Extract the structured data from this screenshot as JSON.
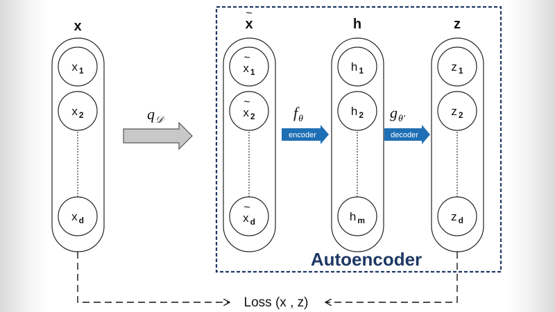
{
  "columns": [
    {
      "id": "x",
      "title": "x",
      "title_tilde": false,
      "nodes": [
        {
          "base": "x",
          "sub": "1",
          "tilde": false
        },
        {
          "base": "x",
          "sub": "2",
          "tilde": false
        },
        {
          "base": "x",
          "sub": "d",
          "tilde": false
        }
      ]
    },
    {
      "id": "x-tilde",
      "title": "x",
      "title_tilde": true,
      "nodes": [
        {
          "base": "x",
          "sub": "1",
          "tilde": true
        },
        {
          "base": "x",
          "sub": "2",
          "tilde": true
        },
        {
          "base": "x",
          "sub": "d",
          "tilde": true
        }
      ]
    },
    {
      "id": "h",
      "title": "h",
      "title_tilde": false,
      "nodes": [
        {
          "base": "h",
          "sub": "1",
          "tilde": false
        },
        {
          "base": "h",
          "sub": "2",
          "tilde": false
        },
        {
          "base": "h",
          "sub": "m",
          "tilde": false
        }
      ]
    },
    {
      "id": "z",
      "title": "z",
      "title_tilde": false,
      "nodes": [
        {
          "base": "z",
          "sub": "1",
          "tilde": false
        },
        {
          "base": "z",
          "sub": "2",
          "tilde": false
        },
        {
          "base": "z",
          "sub": "d",
          "tilde": false
        }
      ]
    }
  ],
  "corruption": {
    "symbol": "q",
    "subscript": "𝒟"
  },
  "encoder": {
    "symbol": "f",
    "subscript": "θ",
    "tag": "encoder"
  },
  "decoder": {
    "symbol": "g",
    "subscript": "θ′",
    "tag": "decoder"
  },
  "autoencoder_label": "Autoencoder",
  "loss_label": "Loss (x , z)",
  "colors": {
    "autoencoder_border": "#1f3864",
    "autoencoder_text": "#1f3864",
    "tag_fill": "#1f6fb5",
    "arrow_gray": "#c8c8c8"
  }
}
